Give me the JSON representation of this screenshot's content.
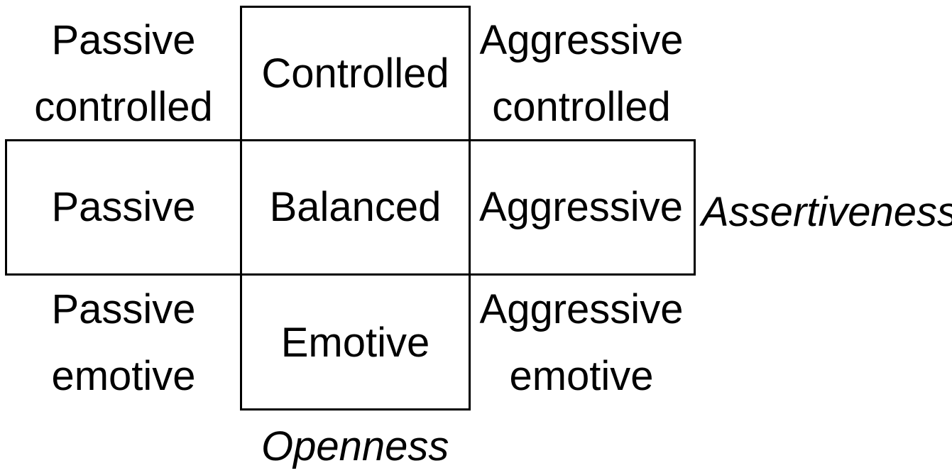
{
  "cells": {
    "top_left": "Passive\ncontrolled",
    "top_center": "Controlled",
    "top_right": "Aggressive\ncontrolled",
    "middle_left": "Passive",
    "middle_center": "Balanced",
    "middle_right": "Aggressive",
    "bottom_left": "Passive\nemotive",
    "bottom_center": "Emotive",
    "bottom_right": "Aggressive\nemotive"
  },
  "axes": {
    "horizontal": "Assertiveness",
    "vertical": "Openness"
  }
}
